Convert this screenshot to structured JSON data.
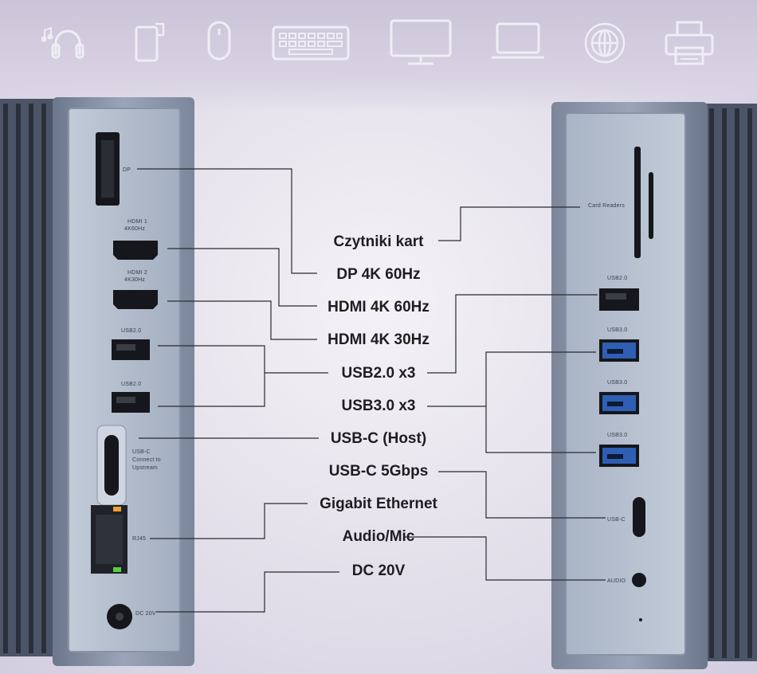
{
  "labels": {
    "card_readers": "Czytniki kart",
    "dp": "DP 4K 60Hz",
    "hdmi1": "HDMI 4K 60Hz",
    "hdmi2": "HDMI 4K 30Hz",
    "usb20": "USB2.0 x3",
    "usb30": "USB3.0 x3",
    "usbc_host": "USB-C (Host)",
    "usbc_5g": "USB-C 5Gbps",
    "ethernet": "Gigabit Ethernet",
    "audio": "Audio/Mic",
    "dc": "DC 20V"
  },
  "left_port_labels": {
    "dp": "DP",
    "hdmi1_line1": "HDMI 1",
    "hdmi1_line2": "4K60Hz",
    "hdmi2_line1": "HDMI 2",
    "hdmi2_line2": "4K30Hz",
    "usb_a": "USB2.0",
    "usb_b": "USB2.0",
    "usbc_line1": "USB-C",
    "usbc_line2": "Connect to",
    "usbc_line3": "Upstream",
    "rj45": "RJ45",
    "dc": "DC 20V"
  },
  "right_port_labels": {
    "card": "Card Readers",
    "usb20": "USB2.0",
    "usb30_a": "USB3.0",
    "usb30_b": "USB3.0",
    "usb30_c": "USB3.0",
    "usbc": "USB-C",
    "audio": "AUDIO"
  },
  "icons": [
    "headphones-icon",
    "external-drive-icon",
    "mouse-icon",
    "keyboard-icon",
    "monitor-icon",
    "laptop-icon",
    "network-globe-icon",
    "printer-icon"
  ],
  "colors": {
    "leader": "#2b2b30",
    "device_face": "#a9b4c6",
    "device_body": "#8a97ad",
    "usb3_blue": "#2f5fb5",
    "led_orange": "#f0a030",
    "led_green": "#55d040"
  }
}
